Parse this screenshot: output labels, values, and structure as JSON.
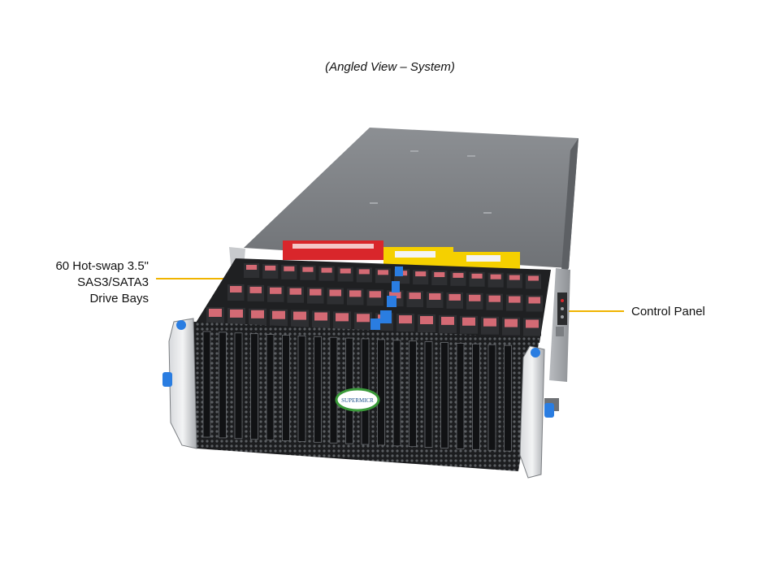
{
  "caption": "(Angled View – System)",
  "callouts": {
    "drive_bays": [
      "60 Hot-swap 3.5\"",
      "SAS3/SATA3",
      "Drive Bays"
    ],
    "control_panel": "Control Panel"
  },
  "product": {
    "brand_badge": "SUPERMICR",
    "drive_rows": 3,
    "drives_per_row": 16
  },
  "colors": {
    "leader_line": "#f0b400",
    "drive_latch": "#d46a74",
    "tray_accent": "#2a7de1",
    "warning_red": "#d9262b",
    "warning_yellow": "#f5d000"
  }
}
